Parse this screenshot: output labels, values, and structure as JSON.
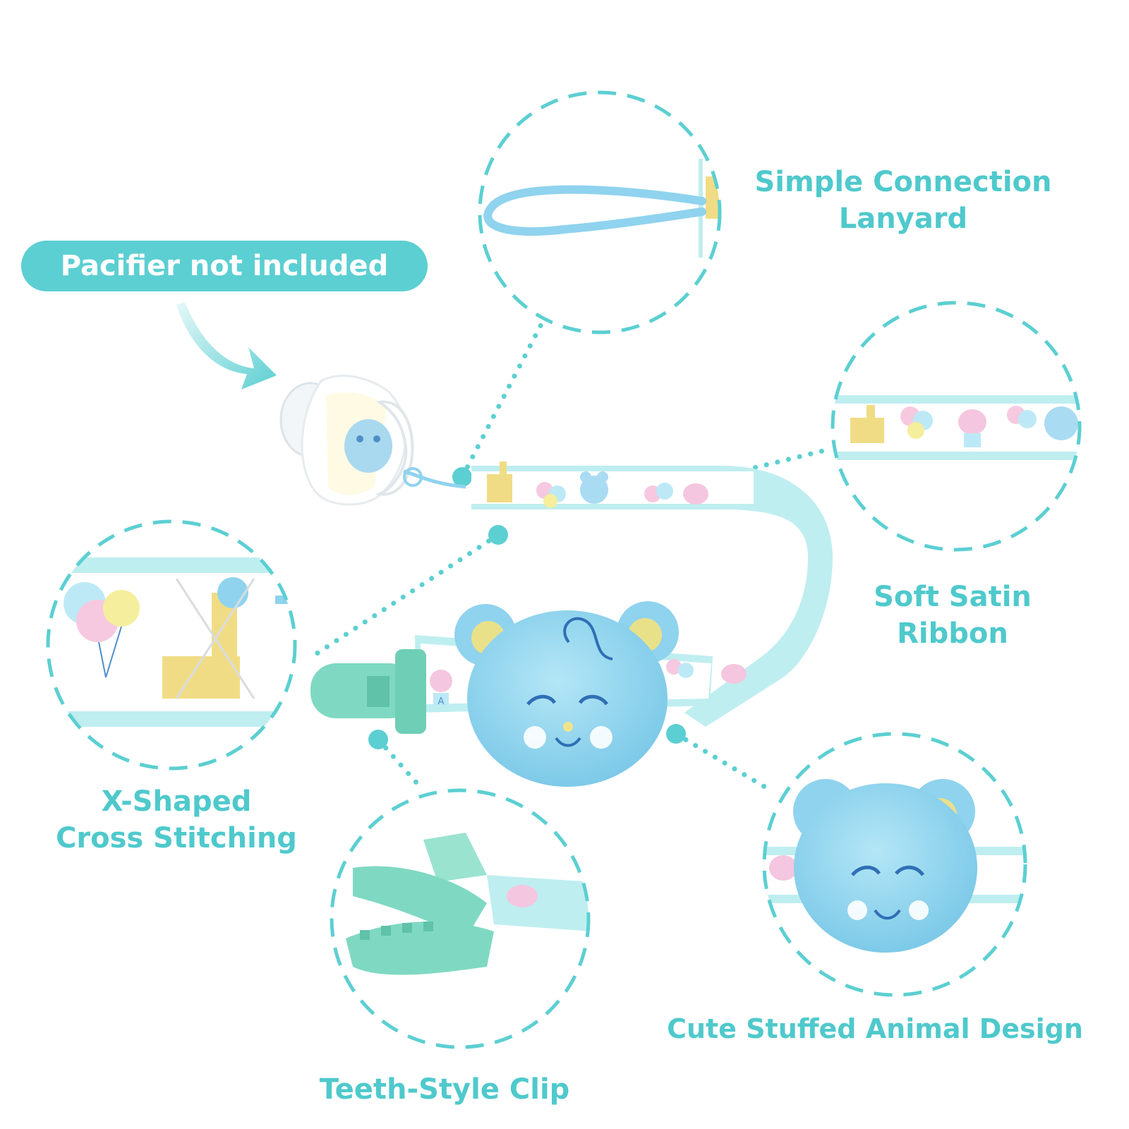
{
  "colors": {
    "accent": "#5ccfd2",
    "label_text": "#4fc9cc",
    "ribbon_stripe": "#bfeef0",
    "bear_blue": "#8fd3ee",
    "clip_mint": "#7fd9c2",
    "giraffe_yellow": "#f1dc86"
  },
  "badge": {
    "text": "Pacifier not included"
  },
  "labels": {
    "lanyard": {
      "line1": "Simple Connection",
      "line2": "Lanyard"
    },
    "ribbon": {
      "line1": "Soft Satin",
      "line2": "Ribbon"
    },
    "stitching": {
      "line1": "X-Shaped",
      "line2": "Cross Stitching"
    },
    "animal": {
      "line1": "Cute Stuffed Animal Design"
    },
    "clip": {
      "line1": "Teeth-Style Clip"
    }
  },
  "ribbon_letter": "A"
}
